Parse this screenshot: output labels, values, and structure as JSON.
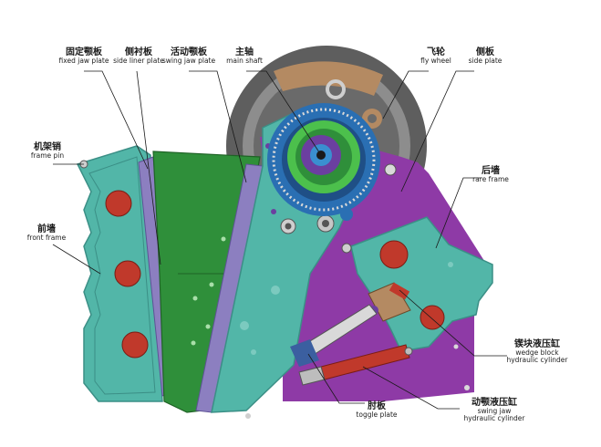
{
  "labels": {
    "fixed_jaw": {
      "zh": "固定颚板",
      "en": "fixed jaw plate"
    },
    "side_liner": {
      "zh": "侧衬板",
      "en": "side liner plate"
    },
    "swing_jaw": {
      "zh": "活动颚板",
      "en": "swing jaw plate"
    },
    "main_shaft": {
      "zh": "主轴",
      "en": "main shaft"
    },
    "fly_wheel": {
      "zh": "飞轮",
      "en": "fly wheel"
    },
    "side_plate": {
      "zh": "侧板",
      "en": "side plate"
    },
    "frame_pin": {
      "zh": "机架销",
      "en": "frame pin"
    },
    "rare_frame": {
      "zh": "后墙",
      "en": "rare frame"
    },
    "front_frame": {
      "zh": "前墙",
      "en": "front frame"
    },
    "wedge_block": {
      "zh": "锲块液压缸",
      "en_1": "wedge block",
      "en_2": "hydraulic cylinder"
    },
    "toggle": {
      "zh": "肘板",
      "en": "toggle plate"
    },
    "swing_cyl": {
      "zh": "动颚液压缸",
      "en_1": "swing jaw",
      "en_2": "hydraulic cylinder"
    }
  },
  "colors": {
    "teal": "#52b6a8",
    "teal_dark": "#3b8f86",
    "purple": "#8e3aa6",
    "green": "#2f8f3a",
    "liner": "#8c7fc0",
    "red": "#c0392b",
    "flywheel": "#5a5a5a",
    "flywheel_light": "#9a9a9a",
    "gear_ring": "#2a6fb3",
    "shaft_green": "#4cc04c"
  }
}
